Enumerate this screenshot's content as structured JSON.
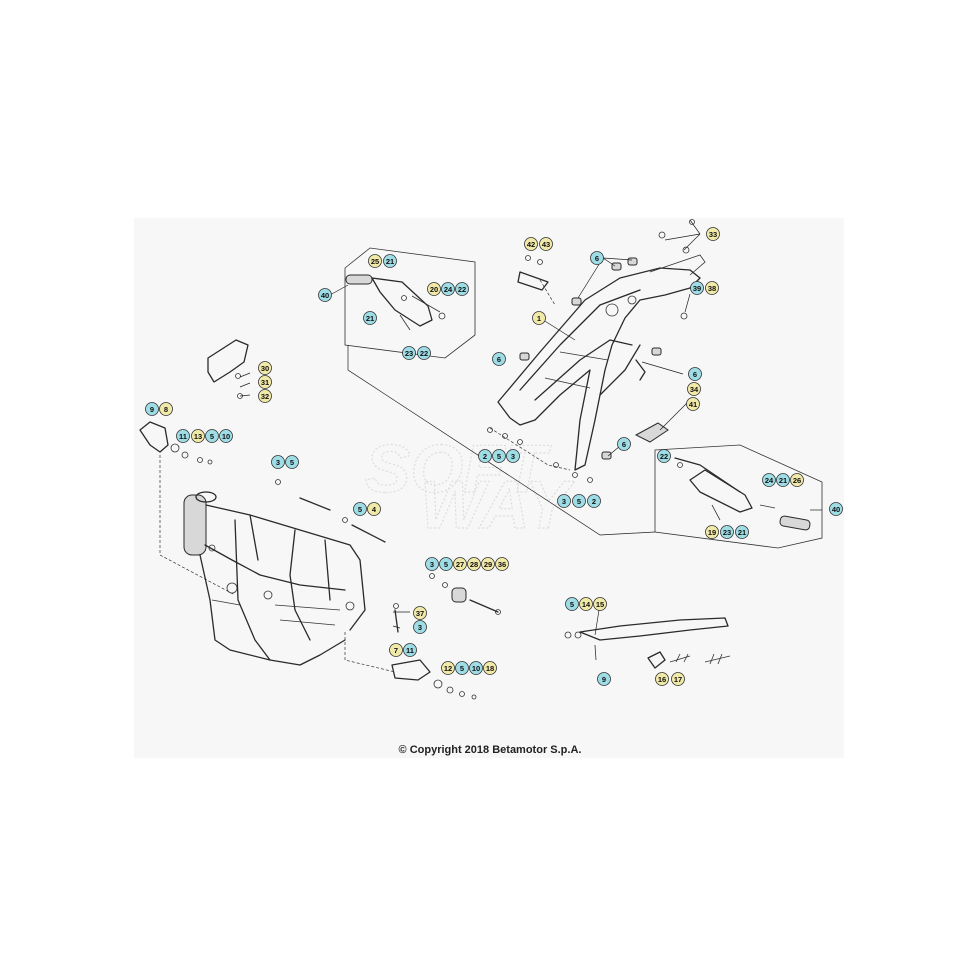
{
  "colors": {
    "bubble_blue": "#9fdde6",
    "bubble_yellow": "#f1e9a8",
    "panel_bg": "#f7f7f7"
  },
  "watermark": [
    "SOFT",
    "WAY"
  ],
  "copyright": "© Copyright 2018 Betamotor S.p.A.",
  "callouts": [
    {
      "label": "25",
      "color": "yellow"
    },
    {
      "label": "21",
      "color": "blue"
    },
    {
      "label": "40",
      "color": "blue"
    },
    {
      "label": "20",
      "color": "yellow"
    },
    {
      "label": "24",
      "color": "blue"
    },
    {
      "label": "22",
      "color": "blue"
    },
    {
      "label": "21",
      "color": "blue"
    },
    {
      "label": "23",
      "color": "blue"
    },
    {
      "label": "22",
      "color": "blue"
    },
    {
      "label": "42",
      "color": "yellow"
    },
    {
      "label": "43",
      "color": "yellow"
    },
    {
      "label": "6",
      "color": "blue"
    },
    {
      "label": "33",
      "color": "yellow"
    },
    {
      "label": "39",
      "color": "blue"
    },
    {
      "label": "38",
      "color": "yellow"
    },
    {
      "label": "1",
      "color": "yellow"
    },
    {
      "label": "6",
      "color": "blue"
    },
    {
      "label": "6",
      "color": "blue"
    },
    {
      "label": "34",
      "color": "yellow"
    },
    {
      "label": "41",
      "color": "yellow"
    },
    {
      "label": "6",
      "color": "blue"
    },
    {
      "label": "2",
      "color": "blue"
    },
    {
      "label": "5",
      "color": "blue"
    },
    {
      "label": "3",
      "color": "blue"
    },
    {
      "label": "3",
      "color": "blue"
    },
    {
      "label": "5",
      "color": "blue"
    },
    {
      "label": "2",
      "color": "blue"
    },
    {
      "label": "30",
      "color": "yellow"
    },
    {
      "label": "31",
      "color": "yellow"
    },
    {
      "label": "32",
      "color": "yellow"
    },
    {
      "label": "9",
      "color": "blue"
    },
    {
      "label": "8",
      "color": "yellow"
    },
    {
      "label": "11",
      "color": "blue"
    },
    {
      "label": "13",
      "color": "yellow"
    },
    {
      "label": "5",
      "color": "blue"
    },
    {
      "label": "10",
      "color": "blue"
    },
    {
      "label": "3",
      "color": "blue"
    },
    {
      "label": "5",
      "color": "blue"
    },
    {
      "label": "5",
      "color": "blue"
    },
    {
      "label": "4",
      "color": "yellow"
    },
    {
      "label": "22",
      "color": "blue"
    },
    {
      "label": "24",
      "color": "blue"
    },
    {
      "label": "21",
      "color": "blue"
    },
    {
      "label": "26",
      "color": "yellow"
    },
    {
      "label": "40",
      "color": "blue"
    },
    {
      "label": "19",
      "color": "yellow"
    },
    {
      "label": "23",
      "color": "blue"
    },
    {
      "label": "21",
      "color": "blue"
    },
    {
      "label": "3",
      "color": "blue"
    },
    {
      "label": "5",
      "color": "blue"
    },
    {
      "label": "27",
      "color": "yellow"
    },
    {
      "label": "28",
      "color": "yellow"
    },
    {
      "label": "29",
      "color": "yellow"
    },
    {
      "label": "36",
      "color": "yellow"
    },
    {
      "label": "37",
      "color": "yellow"
    },
    {
      "label": "3",
      "color": "blue"
    },
    {
      "label": "5",
      "color": "blue"
    },
    {
      "label": "14",
      "color": "yellow"
    },
    {
      "label": "15",
      "color": "yellow"
    },
    {
      "label": "9",
      "color": "blue"
    },
    {
      "label": "7",
      "color": "yellow"
    },
    {
      "label": "11",
      "color": "blue"
    },
    {
      "label": "12",
      "color": "yellow"
    },
    {
      "label": "5",
      "color": "blue"
    },
    {
      "label": "10",
      "color": "blue"
    },
    {
      "label": "18",
      "color": "yellow"
    },
    {
      "label": "16",
      "color": "yellow"
    },
    {
      "label": "17",
      "color": "yellow"
    }
  ]
}
